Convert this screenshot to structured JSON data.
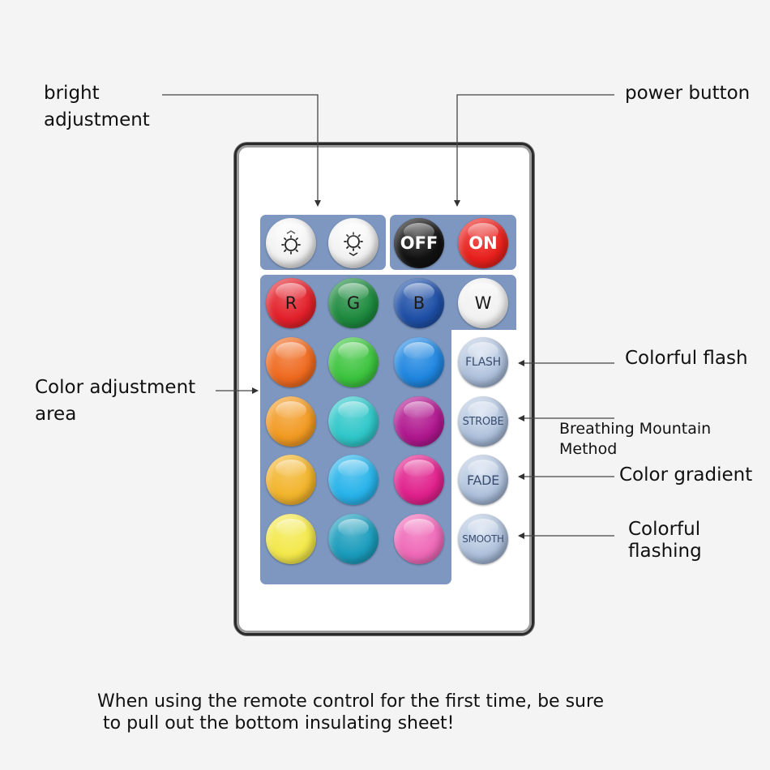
{
  "annotations": {
    "bright_line1": "bright",
    "bright_line2": "adjustment",
    "power": "power button",
    "color_area_line1": "Color adjustment",
    "color_area_line2": "area",
    "flash": "Colorful flash",
    "strobe_line1": "Breathing Mountain",
    "strobe_line2": "Method",
    "fade": "Color gradient",
    "smooth_line1": "Colorful",
    "smooth_line2": "flashing"
  },
  "footer": {
    "line1": "When using the remote control for the first time, be sure",
    "line2": "to pull out the bottom insulating sheet!"
  },
  "remote": {
    "brightness_buttons": [
      {
        "icon": "brightness-up-icon"
      },
      {
        "icon": "brightness-down-icon"
      }
    ],
    "power_buttons": [
      {
        "label": "OFF",
        "color": "#111111"
      },
      {
        "label": "ON",
        "color": "#e8201c"
      }
    ],
    "rgbw_buttons": [
      {
        "label": "R",
        "color": "#e3202a"
      },
      {
        "label": "G",
        "color": "#1d8a3e"
      },
      {
        "label": "B",
        "color": "#1e4fa6"
      },
      {
        "label": "W",
        "color": "#f2f2f2"
      }
    ],
    "color_grid": [
      [
        "#ef6a1f",
        "#3cc43e",
        "#1f86e0"
      ],
      [
        "#f29a22",
        "#2fc7c9",
        "#b0178f"
      ],
      [
        "#f2b42b",
        "#27b3ea",
        "#e0208c"
      ],
      [
        "#f3e84a",
        "#1a9cbc",
        "#ef69b8"
      ]
    ],
    "mode_buttons": [
      {
        "label": "FLASH"
      },
      {
        "label": "STROBE"
      },
      {
        "label": "FADE"
      },
      {
        "label": "SMOOTH"
      }
    ]
  }
}
